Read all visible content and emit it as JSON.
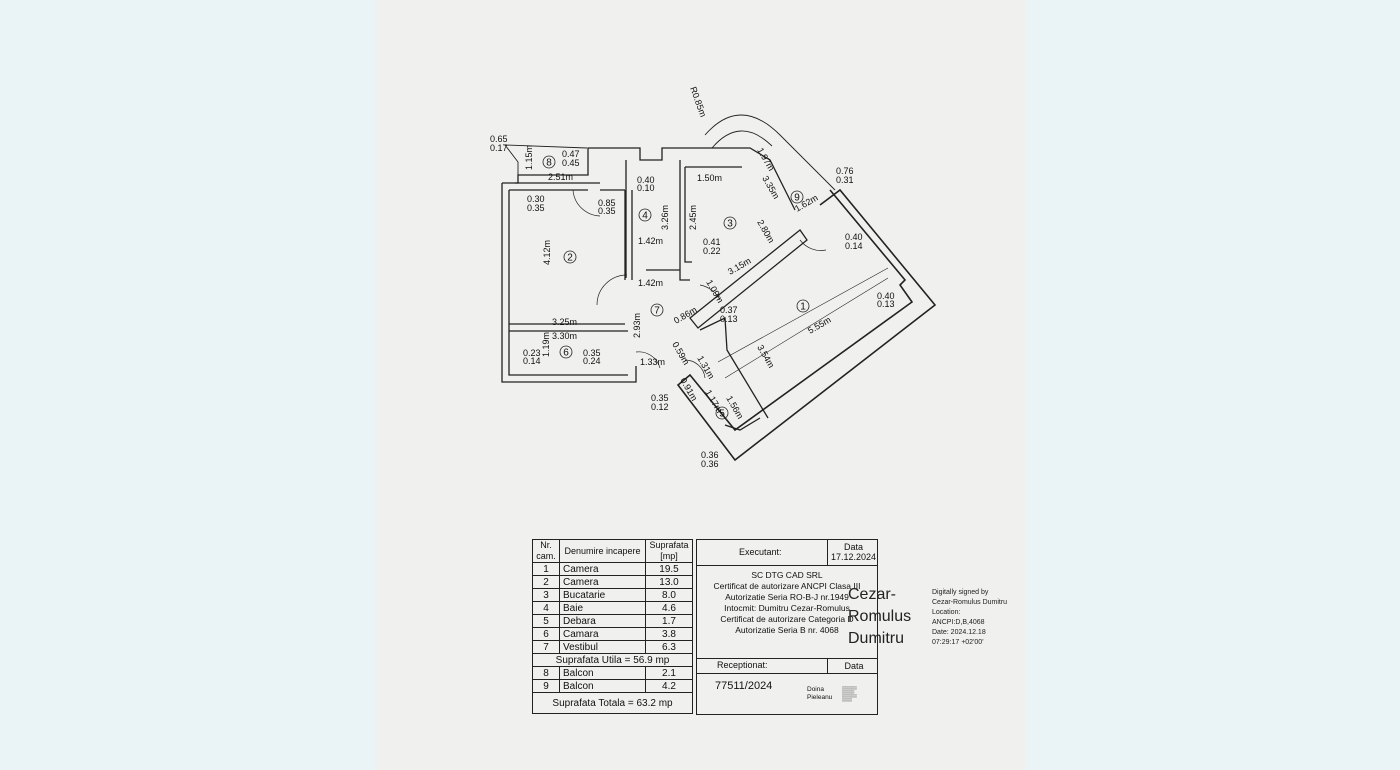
{
  "plan": {
    "dims": [
      "R0.85m",
      "1.97m",
      "0.65",
      "0.17",
      "0.47",
      "0.45",
      "1.15m",
      "2.51m",
      "0.40",
      "0.10",
      "1.50m",
      "3.35m",
      "0.76",
      "0.31",
      "0.30",
      "0.35",
      "0.85",
      "0.35",
      "3.26m",
      "2.45m",
      "2.80m",
      "1.62m",
      "0.40",
      "0.14",
      "4.12m",
      "1.42m",
      "0.41",
      "0.22",
      "1.42m",
      "1.09m",
      "3.15m",
      "0.40",
      "0.13",
      "3.25m",
      "0.86m",
      "0.37",
      "0.13",
      "3.30m",
      "2.93m",
      "3.54m",
      "5.55m",
      "1.19m",
      "0.59m",
      "1.31m",
      "0.23",
      "0.14",
      "0.35",
      "0.24",
      "1.33m",
      "0.91m",
      "1.17m",
      "1.56m",
      "0.35",
      "0.12",
      "0.36",
      "0.36"
    ],
    "room_numbers": [
      "8",
      "2",
      "4",
      "3",
      "9",
      "7",
      "1",
      "6",
      "5"
    ]
  },
  "legend": {
    "headers": [
      "Nr. cam.",
      "Denumire incapere",
      "Suprafata [mp]"
    ],
    "rooms": [
      {
        "nr": "1",
        "name": "Camera",
        "area": "19.5"
      },
      {
        "nr": "2",
        "name": "Camera",
        "area": "13.0"
      },
      {
        "nr": "3",
        "name": "Bucatarie",
        "area": "8.0"
      },
      {
        "nr": "4",
        "name": "Baie",
        "area": "4.6"
      },
      {
        "nr": "5",
        "name": "Debara",
        "area": "1.7"
      },
      {
        "nr": "6",
        "name": "Camara",
        "area": "3.8"
      },
      {
        "nr": "7",
        "name": "Vestibul",
        "area": "6.3"
      }
    ],
    "suprafata_utila": "Suprafata Utila = 56.9 mp",
    "balconies": [
      {
        "nr": "8",
        "name": "Balcon",
        "area": "2.1"
      },
      {
        "nr": "9",
        "name": "Balcon",
        "area": "4.2"
      }
    ],
    "suprafata_totala": "Suprafata Totala = 63.2 mp"
  },
  "executant": {
    "label": "Executant:",
    "data_label": "Data",
    "date": "17.12.2024",
    "lines": [
      "SC DTG CAD SRL",
      "Certificat de autorizare ANCPI Clasa III",
      "Autorizatie Seria RO-B-J nr.1949",
      "Intocmit: Dumitru Cezar-Romulus",
      "Certificat de autorizare Categoria D",
      "Autorizatie Seria B nr. 4068"
    ],
    "receptionat": "Receptionat:",
    "receptionat_data": "Data",
    "number": "77511/2024",
    "inspector": [
      "Doina",
      "Pieleanu"
    ]
  },
  "signature": {
    "name_lines": [
      "Cezar-",
      "Romulus",
      "Dumitru"
    ],
    "digital": [
      "Digitally signed by",
      "Cezar-Romulus Dumitru",
      "Location:",
      "ANCPI:D,B,4068",
      "Date: 2024.12.18",
      "07:29:17 +02'00'"
    ]
  }
}
